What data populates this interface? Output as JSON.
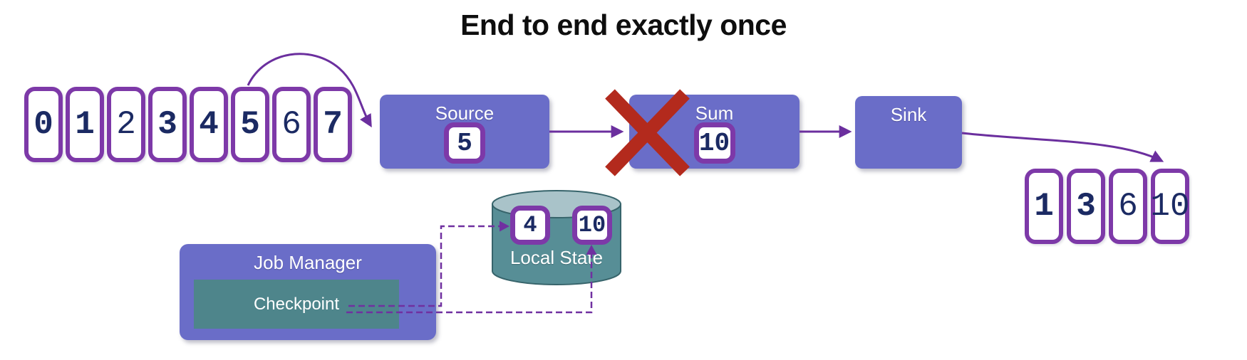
{
  "title": "End to end exactly once",
  "colors": {
    "purple-box": "#6a6dc8",
    "arrow": "#6b2f9e",
    "dash": "#7030a0",
    "card-border": "#7d39a8",
    "digit": "#1b2a63",
    "x-red": "#b32a1d",
    "cylinder-body": "#578e96",
    "cylinder-top": "#a9c3c9",
    "cylinder-stroke": "#37646b",
    "checkpoint-teal": "#4e858b"
  },
  "input_stream": {
    "cards": [
      {
        "value": "0",
        "bold": true
      },
      {
        "value": "1",
        "bold": true
      },
      {
        "value": "2",
        "bold": false
      },
      {
        "value": "3",
        "bold": true
      },
      {
        "value": "4",
        "bold": true
      },
      {
        "value": "5",
        "bold": true
      },
      {
        "value": "6",
        "bold": false
      },
      {
        "value": "7",
        "bold": true
      }
    ]
  },
  "output_stream": {
    "cards": [
      {
        "value": "1",
        "bold": true
      },
      {
        "value": "3",
        "bold": true
      },
      {
        "value": "6",
        "bold": false
      },
      {
        "value": "10",
        "bold": false
      }
    ]
  },
  "nodes": {
    "source": {
      "label": "Source",
      "state_value": "5"
    },
    "sum": {
      "label": "Sum",
      "state_value": "10"
    },
    "sink": {
      "label": "Sink"
    },
    "job_manager": {
      "label": "Job Manager",
      "checkpoint": {
        "label": "Checkpoint"
      }
    },
    "local_state": {
      "label": "Local State",
      "cards": [
        {
          "value": "4",
          "bold": true
        },
        {
          "value": "10",
          "bold": true
        }
      ]
    }
  },
  "icons": {
    "failure_x": "x-mark",
    "arrowhead": "triangle-arrowhead"
  }
}
